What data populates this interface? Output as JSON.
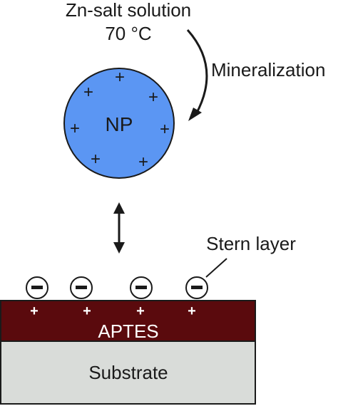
{
  "solution": {
    "line1": "Zn-salt solution",
    "line2": "70 °C"
  },
  "mineralization_label": "Mineralization",
  "nanoparticle": {
    "label": "NP",
    "charge": "+",
    "fill_color": "#5b96f3"
  },
  "stern_label": "Stern layer",
  "aptes": {
    "label": "APTES",
    "charge": "+",
    "fill_color": "#5a0a0d"
  },
  "stern_charge": "−",
  "substrate": {
    "label": "Substrate",
    "fill_color": "#d9dcd9"
  },
  "icons": {
    "interaction_arrow": "double-headed-arrow-icon",
    "mineralization_arrow": "curved-arrow-icon"
  }
}
